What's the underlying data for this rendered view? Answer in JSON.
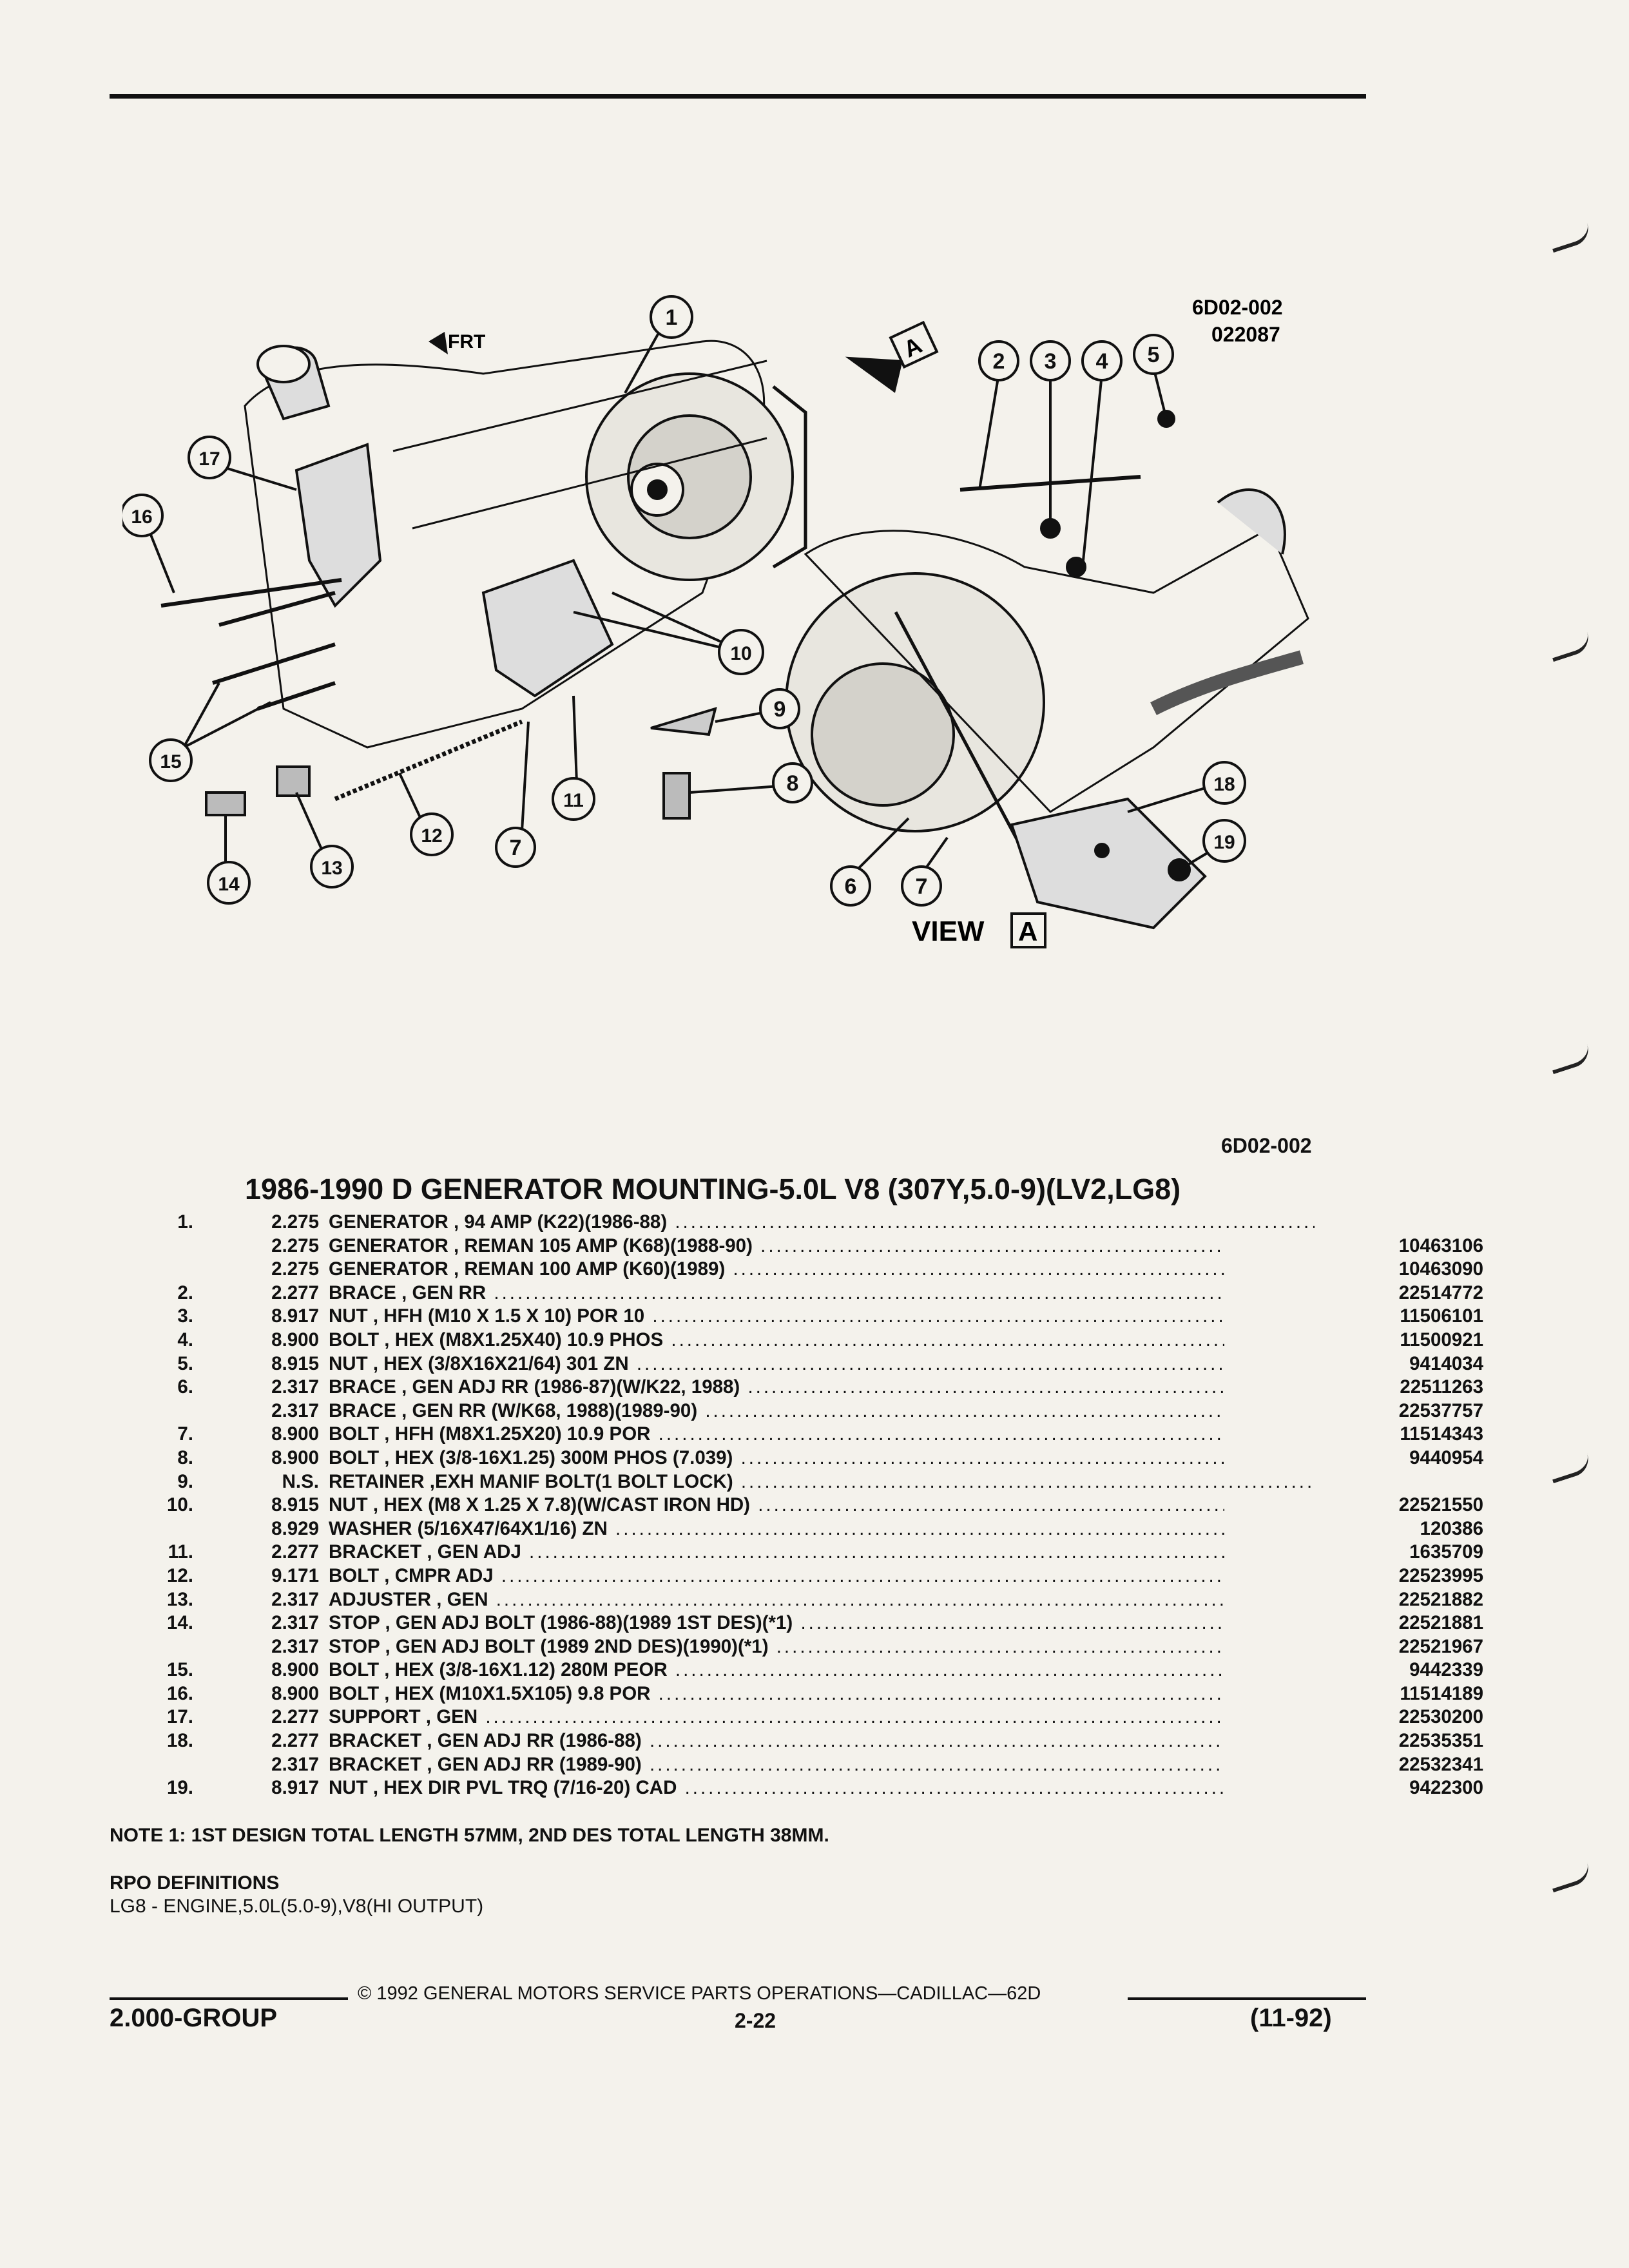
{
  "diagram": {
    "code_top": "6D02-002",
    "date_code": "022087",
    "front_label": "FRT",
    "view_arrow_letter": "A",
    "view_word": "VIEW",
    "view_letter": "A",
    "callouts": [
      "1",
      "2",
      "3",
      "4",
      "5",
      "6",
      "7",
      "7",
      "8",
      "9",
      "10",
      "11",
      "12",
      "13",
      "14",
      "15",
      "16",
      "17",
      "18",
      "19"
    ]
  },
  "code_bottom": "6D02-002",
  "title": "1986-1990 D GENERATOR MOUNTING-5.0L V8 (307Y,5.0-9)(LV2,LG8)",
  "parts": [
    {
      "num": "1.",
      "code": "2.275",
      "desc": "GENERATOR , 94 AMP (K22)(1986-88)",
      "part": ""
    },
    {
      "num": "",
      "code": "2.275",
      "desc": "GENERATOR , REMAN 105 AMP (K68)(1988-90)",
      "part": "10463106"
    },
    {
      "num": "",
      "code": "2.275",
      "desc": "GENERATOR , REMAN 100 AMP (K60)(1989)",
      "part": "10463090"
    },
    {
      "num": "2.",
      "code": "2.277",
      "desc": "BRACE , GEN RR",
      "part": "22514772"
    },
    {
      "num": "3.",
      "code": "8.917",
      "desc": "NUT , HFH (M10 X 1.5 X 10) POR 10",
      "part": "11506101"
    },
    {
      "num": "4.",
      "code": "8.900",
      "desc": "BOLT , HEX (M8X1.25X40) 10.9 PHOS",
      "part": "11500921"
    },
    {
      "num": "5.",
      "code": "8.915",
      "desc": "NUT , HEX (3/8X16X21/64) 301 ZN",
      "part": "9414034"
    },
    {
      "num": "6.",
      "code": "2.317",
      "desc": "BRACE , GEN ADJ RR (1986-87)(W/K22, 1988)",
      "part": "22511263"
    },
    {
      "num": "",
      "code": "2.317",
      "desc": "BRACE , GEN RR (W/K68, 1988)(1989-90)",
      "part": "22537757"
    },
    {
      "num": "7.",
      "code": "8.900",
      "desc": "BOLT , HFH (M8X1.25X20) 10.9 POR",
      "part": "11514343"
    },
    {
      "num": "8.",
      "code": "8.900",
      "desc": "BOLT , HEX (3/8-16X1.25) 300M PHOS (7.039)",
      "part": "9440954"
    },
    {
      "num": "9.",
      "code": "N.S.",
      "desc": "RETAINER ,EXH MANIF BOLT(1 BOLT LOCK)",
      "part": ""
    },
    {
      "num": "10.",
      "code": "8.915",
      "desc": "NUT , HEX (M8 X 1.25 X 7.8)(W/CAST IRON HD)",
      "part": "22521550"
    },
    {
      "num": "",
      "code": "8.929",
      "desc": "WASHER (5/16X47/64X1/16) ZN",
      "part": "120386"
    },
    {
      "num": "11.",
      "code": "2.277",
      "desc": "BRACKET , GEN ADJ",
      "part": "1635709"
    },
    {
      "num": "12.",
      "code": "9.171",
      "desc": "BOLT , CMPR ADJ",
      "part": "22523995"
    },
    {
      "num": "13.",
      "code": "2.317",
      "desc": "ADJUSTER , GEN",
      "part": "22521882"
    },
    {
      "num": "14.",
      "code": "2.317",
      "desc": "STOP , GEN ADJ BOLT (1986-88)(1989 1ST DES)(*1)",
      "part": "22521881"
    },
    {
      "num": "",
      "code": "2.317",
      "desc": "STOP , GEN ADJ BOLT (1989 2ND DES)(1990)(*1)",
      "part": "22521967"
    },
    {
      "num": "15.",
      "code": "8.900",
      "desc": "BOLT , HEX (3/8-16X1.12) 280M PEOR",
      "part": "9442339"
    },
    {
      "num": "16.",
      "code": "8.900",
      "desc": "BOLT , HEX (M10X1.5X105) 9.8 POR",
      "part": "11514189"
    },
    {
      "num": "17.",
      "code": "2.277",
      "desc": "SUPPORT , GEN",
      "part": "22530200"
    },
    {
      "num": "18.",
      "code": "2.277",
      "desc": "BRACKET , GEN ADJ RR (1986-88)",
      "part": "22535351"
    },
    {
      "num": "",
      "code": "2.317",
      "desc": "BRACKET , GEN ADJ RR (1989-90)",
      "part": "22532341"
    },
    {
      "num": "19.",
      "code": "8.917",
      "desc": "NUT , HEX DIR PVL TRQ (7/16-20) CAD",
      "part": "9422300"
    }
  ],
  "note": "NOTE  1:  1ST DESIGN TOTAL LENGTH 57MM, 2ND DES TOTAL LENGTH 38MM.",
  "rpo_heading": "RPO DEFINITIONS",
  "rpo_def": "LG8 - ENGINE,5.0L(5.0-9),V8(HI OUTPUT)",
  "footer": {
    "copyright": "© 1992  GENERAL MOTORS SERVICE PARTS OPERATIONS—CADILLAC—62D",
    "group": "2.000-GROUP",
    "page": "2-22",
    "date": "(11-92)"
  }
}
